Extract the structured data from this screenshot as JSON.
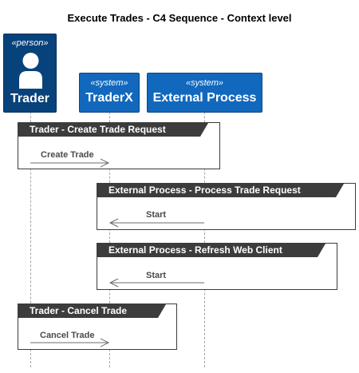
{
  "diagram": {
    "title": "Execute Trades - C4 Sequence - Context level",
    "participants": {
      "trader": {
        "stereotype": "«person»",
        "name": "Trader"
      },
      "traderx": {
        "stereotype": "«system»",
        "name": "TraderX"
      },
      "external": {
        "stereotype": "«system»",
        "name": "External Process"
      }
    },
    "groups": [
      {
        "label": "Trader - Create Trade Request",
        "message": "Create Trade",
        "from": "Trader",
        "to": "TraderX"
      },
      {
        "label": "External Process - Process Trade Request",
        "message": "Start",
        "from": "External Process",
        "to": "TraderX"
      },
      {
        "label": "External Process - Refresh Web Client",
        "message": "Start",
        "from": "External Process",
        "to": "TraderX"
      },
      {
        "label": "Trader - Cancel Trade",
        "message": "Cancel Trade",
        "from": "Trader",
        "to": "TraderX"
      }
    ],
    "colors": {
      "person": "#08427b",
      "system": "#1168bd",
      "group_header": "#3c3c3c",
      "arrow": "#6b6b6b"
    }
  }
}
